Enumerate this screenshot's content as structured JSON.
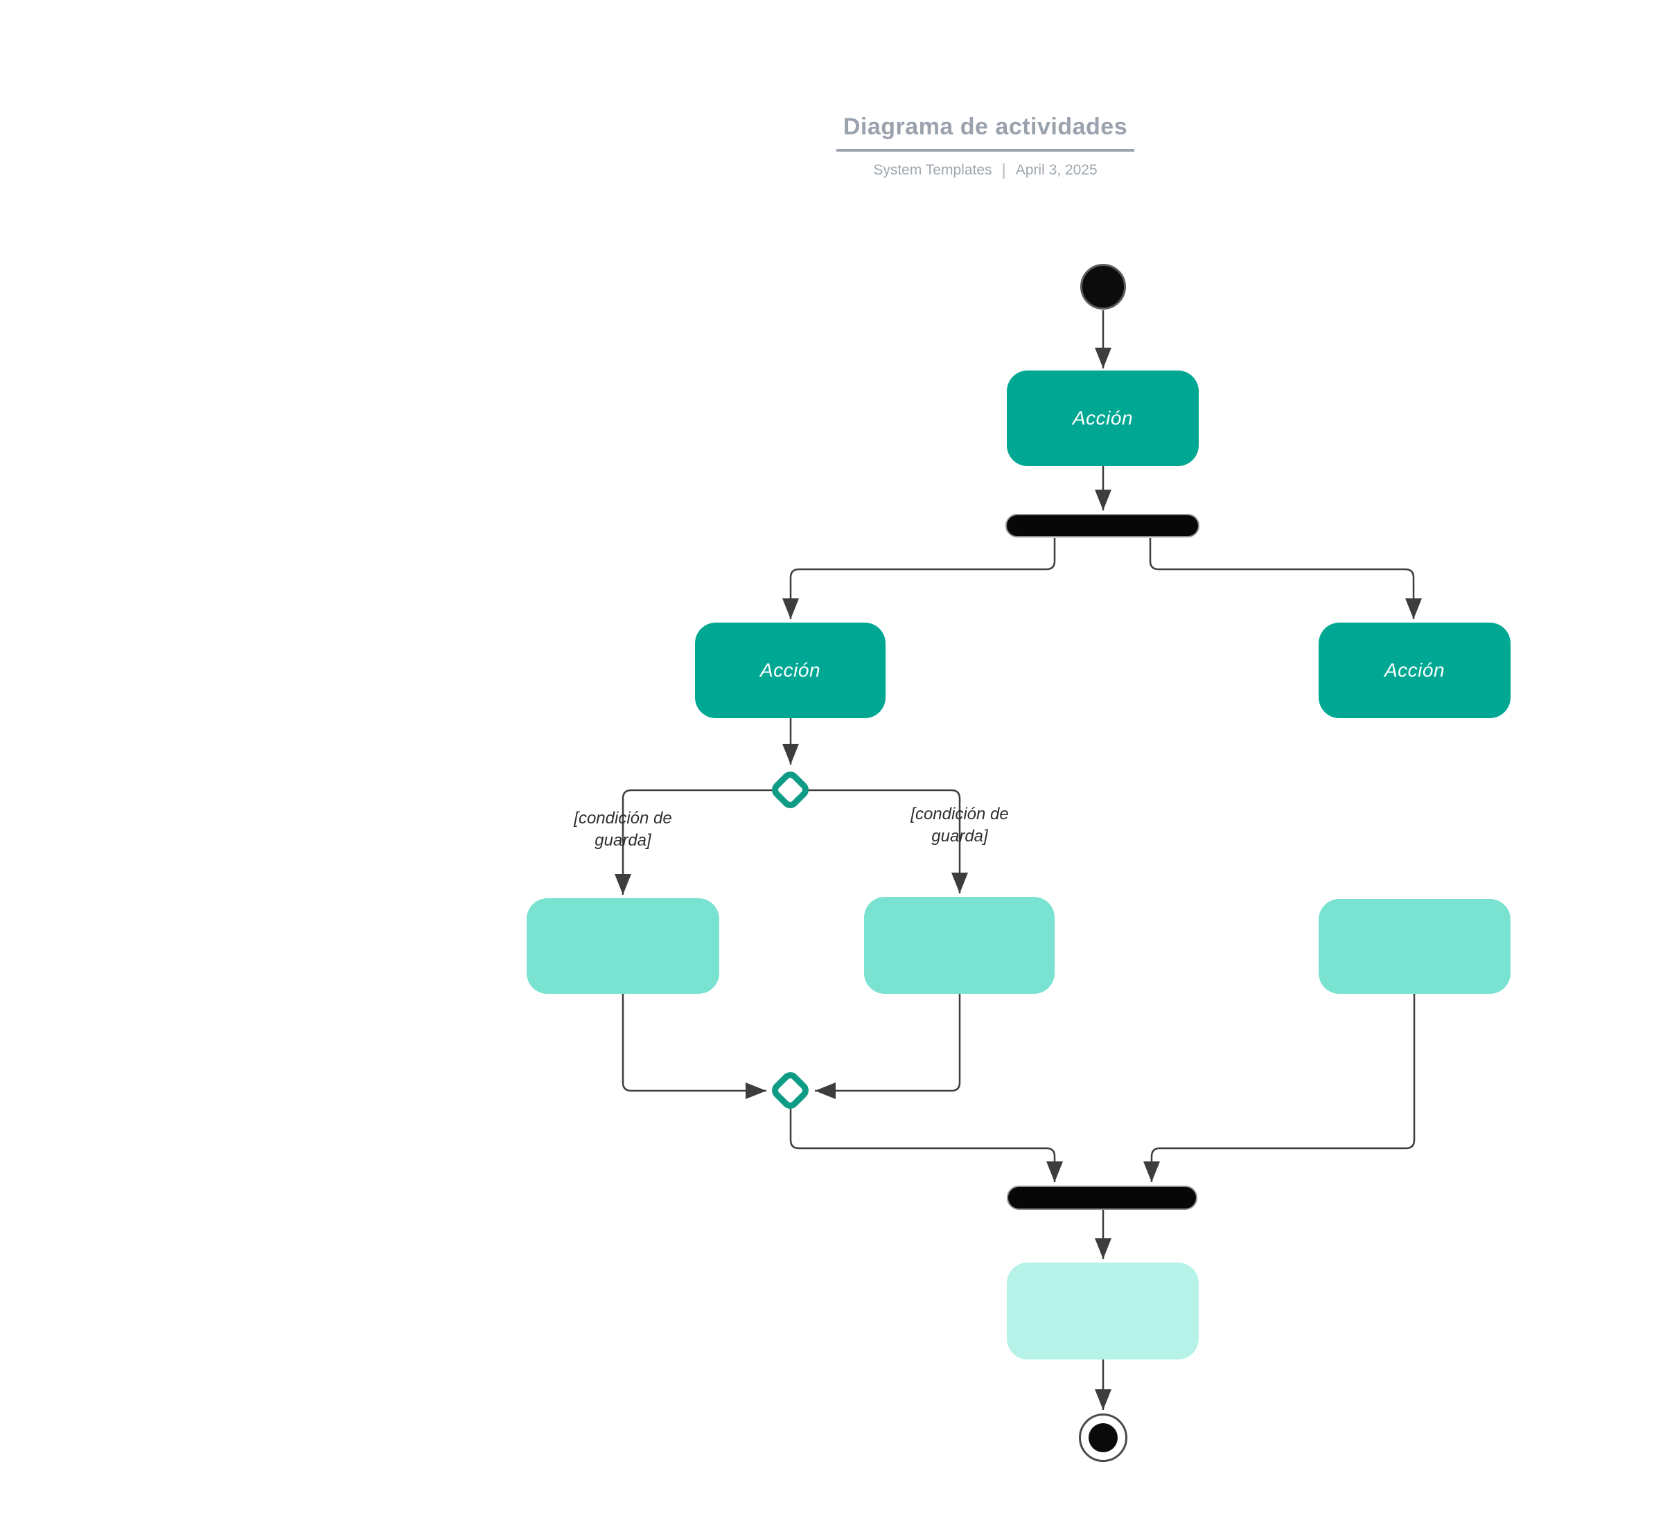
{
  "header": {
    "title": "Diagrama de actividades",
    "source": "System Templates",
    "separator": "|",
    "date": "April 3, 2025"
  },
  "diagram": {
    "type": "uml-activity-diagram",
    "start_node": "initial node",
    "end_node": "activity final node",
    "actions": {
      "top": "Acción",
      "left": "Acción",
      "right": "Acción"
    },
    "guards": {
      "left": "[condición de guarda]",
      "right": "[condición de guarda]"
    },
    "unlabeled_action_count": 4,
    "colors": {
      "action_fill": "#00a894",
      "action_text": "#ffffff",
      "subaction_fill": "#79e2d1",
      "final_action_fill": "#b7f2e8",
      "decision_border": "#0f9c86",
      "sync_bar_fill": "#070707",
      "connector": "#3d3d3d",
      "title_text": "#9aa2ad",
      "guard_text": "#2f2f2f"
    }
  }
}
